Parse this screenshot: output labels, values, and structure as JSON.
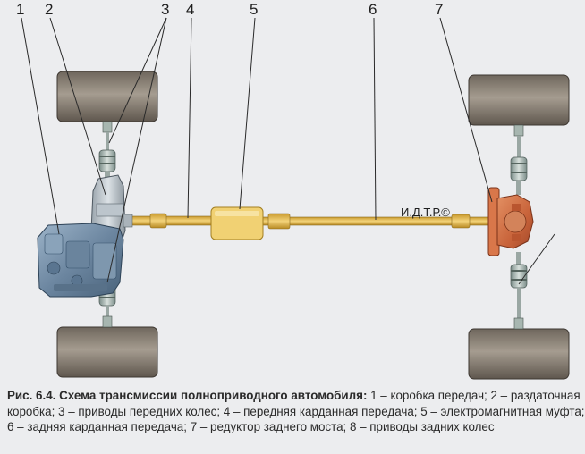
{
  "diagram": {
    "watermark": "И.Д.Т.Р.©",
    "callouts": [
      "1",
      "2",
      "3",
      "4",
      "5",
      "6",
      "7"
    ]
  },
  "caption": {
    "prefix": "Рис. 6.4. Схема трансмиссии полноприводного автомобиля:",
    "line1_rest": " 1 – коробка передач; 2 – раздаточная",
    "line2": "коробка; 3 – приводы передних колес; 4 – передняя карданная передача; 5 – электромагнитная муфта;",
    "line3": "6 – задняя карданная передача; 7 – редуктор заднего моста; 8 – приводы задних колес"
  },
  "colors": {
    "shaft": "#e8bd52",
    "clutch": "#f1d173",
    "gearbox": "#7d97b0",
    "reducer": "#cf6e3e",
    "tire": "#9a9084",
    "cv_joint": "#8aa596"
  }
}
